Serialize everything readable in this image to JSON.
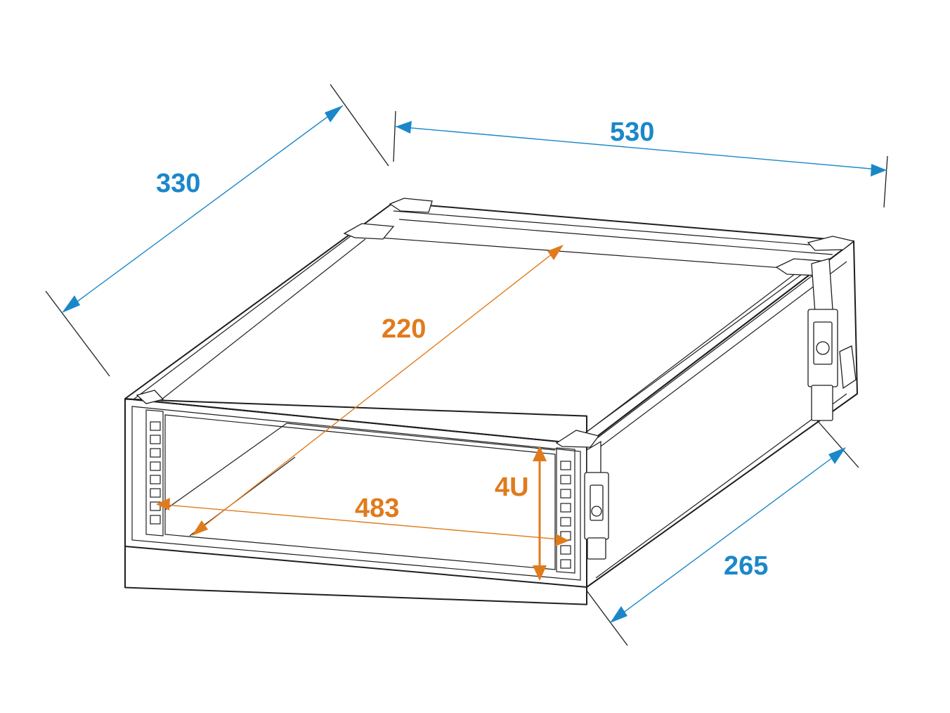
{
  "dimensions": {
    "depth_outer": "330",
    "width_outer": "530",
    "depth_inner": "220",
    "rack_width": "483",
    "rack_height": "4U",
    "height_outer": "265"
  },
  "colors": {
    "outer_dimension": "#1b87c9",
    "inner_dimension": "#e07b1c",
    "line": "#1e1e1e"
  }
}
